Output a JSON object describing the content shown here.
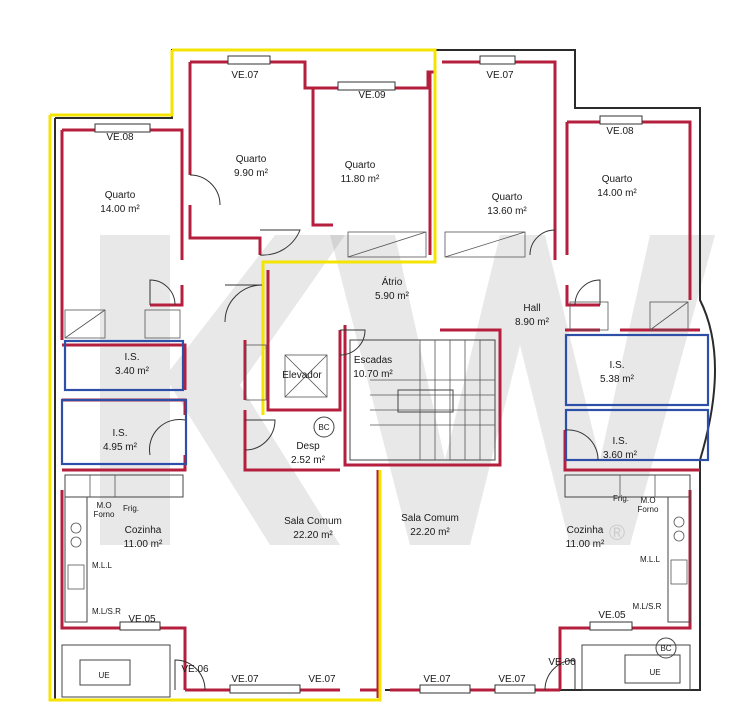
{
  "rooms": {
    "quarto_1": {
      "name": "Quarto",
      "area": "14.00 m²"
    },
    "quarto_2": {
      "name": "Quarto",
      "area": "9.90 m²"
    },
    "quarto_3": {
      "name": "Quarto",
      "area": "11.80 m²"
    },
    "quarto_4": {
      "name": "Quarto",
      "area": "13.60 m²"
    },
    "quarto_5": {
      "name": "Quarto",
      "area": "14.00 m²"
    },
    "atrio": {
      "name": "Átrio",
      "area": "5.90 m²"
    },
    "hall": {
      "name": "Hall",
      "area": "8.90 m²"
    },
    "escadas": {
      "name": "Escadas",
      "area": "10.70 m²"
    },
    "elevador": {
      "name": "Elevador"
    },
    "is_1": {
      "name": "I.S.",
      "area": "3.40 m²"
    },
    "is_2": {
      "name": "I.S.",
      "area": "4.95 m²"
    },
    "is_3": {
      "name": "I.S.",
      "area": "5.38 m²"
    },
    "is_4": {
      "name": "I.S.",
      "area": "3.60 m²"
    },
    "desp": {
      "name": "Desp",
      "area": "2.52 m²",
      "bc": "BC"
    },
    "sala_1": {
      "name": "Sala Comum",
      "area": "22.20 m²"
    },
    "sala_2": {
      "name": "Sala Comum",
      "area": "22.20 m²"
    },
    "cozinha_1": {
      "name": "Cozinha",
      "area": "11.00 m²"
    },
    "cozinha_2": {
      "name": "Cozinha",
      "area": "11.00 m²"
    }
  },
  "windows": {
    "ve08_left": "VE.08",
    "ve07_top_left": "VE.07",
    "ve09": "VE.09",
    "ve07_top_right": "VE.07",
    "ve08_right": "VE.08",
    "ve05_left": "VE.05",
    "ve06_left": "VE.06",
    "ve07_bottom_1": "VE.07",
    "ve07_bottom_2": "VE.07",
    "ve07_bottom_3": "VE.07",
    "ve07_bottom_4": "VE.07",
    "ve06_right": "VE.06",
    "ve05_right": "VE.05"
  },
  "fixtures": {
    "left_mo": "M.O",
    "left_forno": "Forno",
    "left_frig": "Frig.",
    "left_mll": "M.L.L",
    "left_mlsr": "M.L/S.R",
    "left_ue": "UE",
    "right_frig": "Frig.",
    "right_mo": "M.O",
    "right_forno": "Forno",
    "right_mll": "M.L.L",
    "right_mlsr": "M.L/S.R",
    "right_ue": "UE",
    "right_bc": "BC"
  },
  "watermark": {
    "text": "KW",
    "registered": "®"
  },
  "colors": {
    "wall_red": "#b51f3d",
    "highlight_yellow": "#f4e400",
    "bath_blue": "#2e4fa8"
  }
}
